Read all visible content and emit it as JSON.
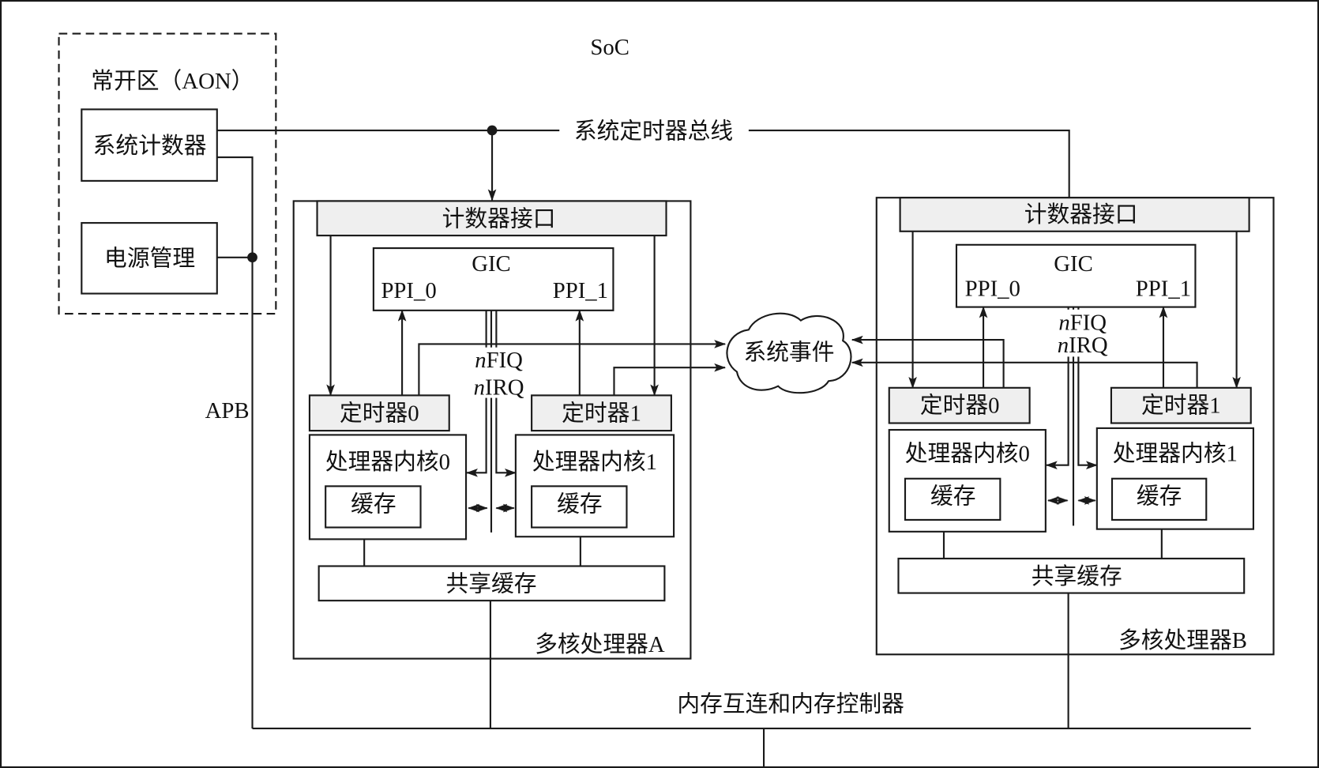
{
  "soc": {
    "label": "SoC"
  },
  "aon": {
    "title": "常开区（AON）",
    "system_counter": "系统计数器",
    "power_management": "电源管理"
  },
  "buses": {
    "system_timer_bus": "系统定时器总线",
    "apb": "APB",
    "memory_interconnect": "内存互连和内存控制器"
  },
  "system_event": "系统事件",
  "processors": [
    {
      "name": "多核处理器A",
      "counter_interface": "计数器接口",
      "gic": {
        "title": "GIC",
        "ppi_0": "PPI_0",
        "ppi_1": "PPI_1"
      },
      "signals": {
        "fiq": "nFIQ",
        "irq": "nIRQ"
      },
      "timers": [
        "定时器0",
        "定时器1"
      ],
      "cores": [
        {
          "label": "处理器内核0",
          "cache": "缓存"
        },
        {
          "label": "处理器内核1",
          "cache": "缓存"
        }
      ],
      "shared_cache": "共享缓存"
    },
    {
      "name": "多核处理器B",
      "counter_interface": "计数器接口",
      "gic": {
        "title": "GIC",
        "ppi_0": "PPI_0",
        "ppi_1": "PPI_1"
      },
      "signals": {
        "fiq": "nFIQ",
        "irq": "nIRQ"
      },
      "timers": [
        "定时器0",
        "定时器1"
      ],
      "cores": [
        {
          "label": "处理器内核0",
          "cache": "缓存"
        },
        {
          "label": "处理器内核1",
          "cache": "缓存"
        }
      ],
      "shared_cache": "共享缓存"
    }
  ],
  "colors": {
    "line": "#1a1a1a",
    "shade": "#efefef",
    "background": "#ffffff"
  }
}
